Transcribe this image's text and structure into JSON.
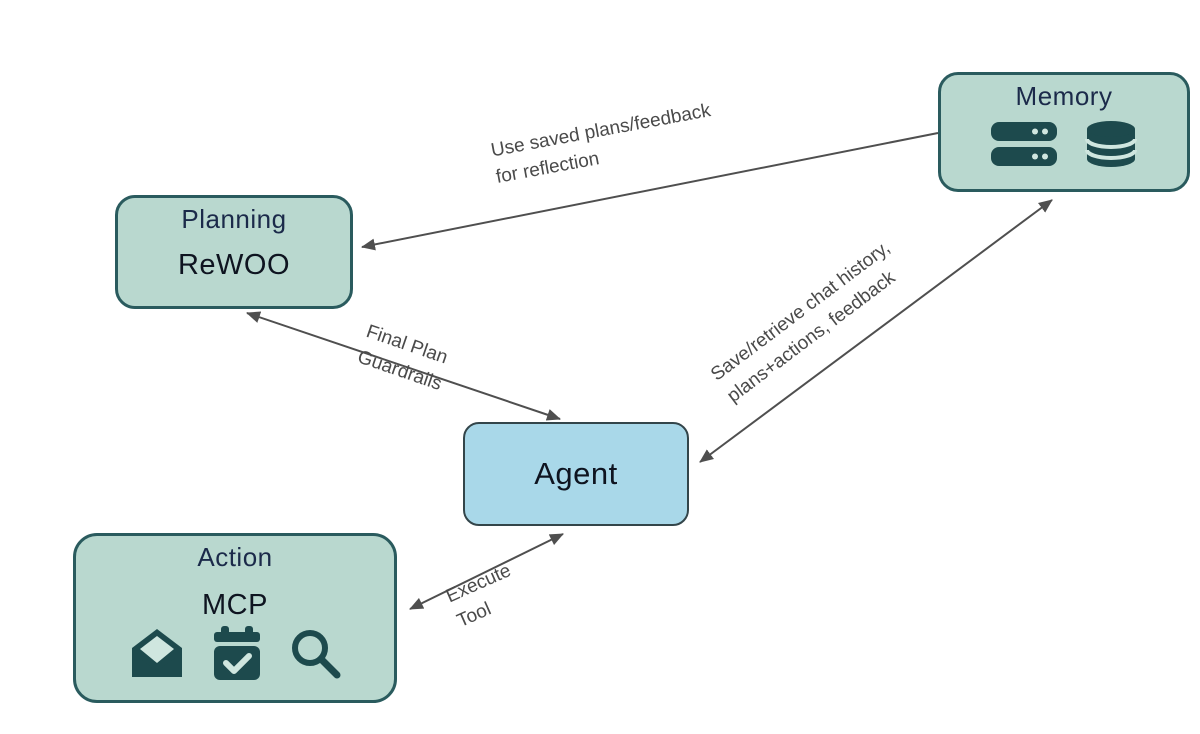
{
  "diagram": {
    "nodes": {
      "planning": {
        "title": "Planning",
        "subtitle": "ReWOO"
      },
      "memory": {
        "title": "Memory",
        "icons": [
          "server-icon",
          "database-icon"
        ]
      },
      "agent": {
        "title": "Agent"
      },
      "action": {
        "title": "Action",
        "subtitle": "MCP",
        "icons": [
          "open-mail-icon",
          "calendar-check-icon",
          "search-icon"
        ]
      }
    },
    "edges": [
      {
        "from": "memory",
        "to": "planning",
        "arrows": "end",
        "label_lines": [
          "Use saved plans/feedback",
          "for reflection"
        ]
      },
      {
        "from": "planning",
        "to": "agent",
        "arrows": "both",
        "label_lines": [
          "Final Plan",
          "Guardrails"
        ]
      },
      {
        "from": "agent",
        "to": "memory",
        "arrows": "both",
        "label_lines": [
          "Save/retrieve  chat history,",
          "plans+actions, feedback"
        ]
      },
      {
        "from": "agent",
        "to": "action",
        "arrows": "both",
        "label_lines": [
          "Execute",
          "Tool"
        ]
      }
    ],
    "colors": {
      "node_green_fill": "#b9d8cf",
      "node_green_border": "#2a5b5e",
      "agent_fill": "#a9d8e9",
      "agent_border": "#33454a",
      "icon_teal": "#1d4a4d",
      "arrow": "#4f4f4f",
      "node_title": "#1b2a4a",
      "node_body": "#0e1420",
      "edge_label": "#4a4a4a",
      "background": "#ffffff"
    }
  }
}
